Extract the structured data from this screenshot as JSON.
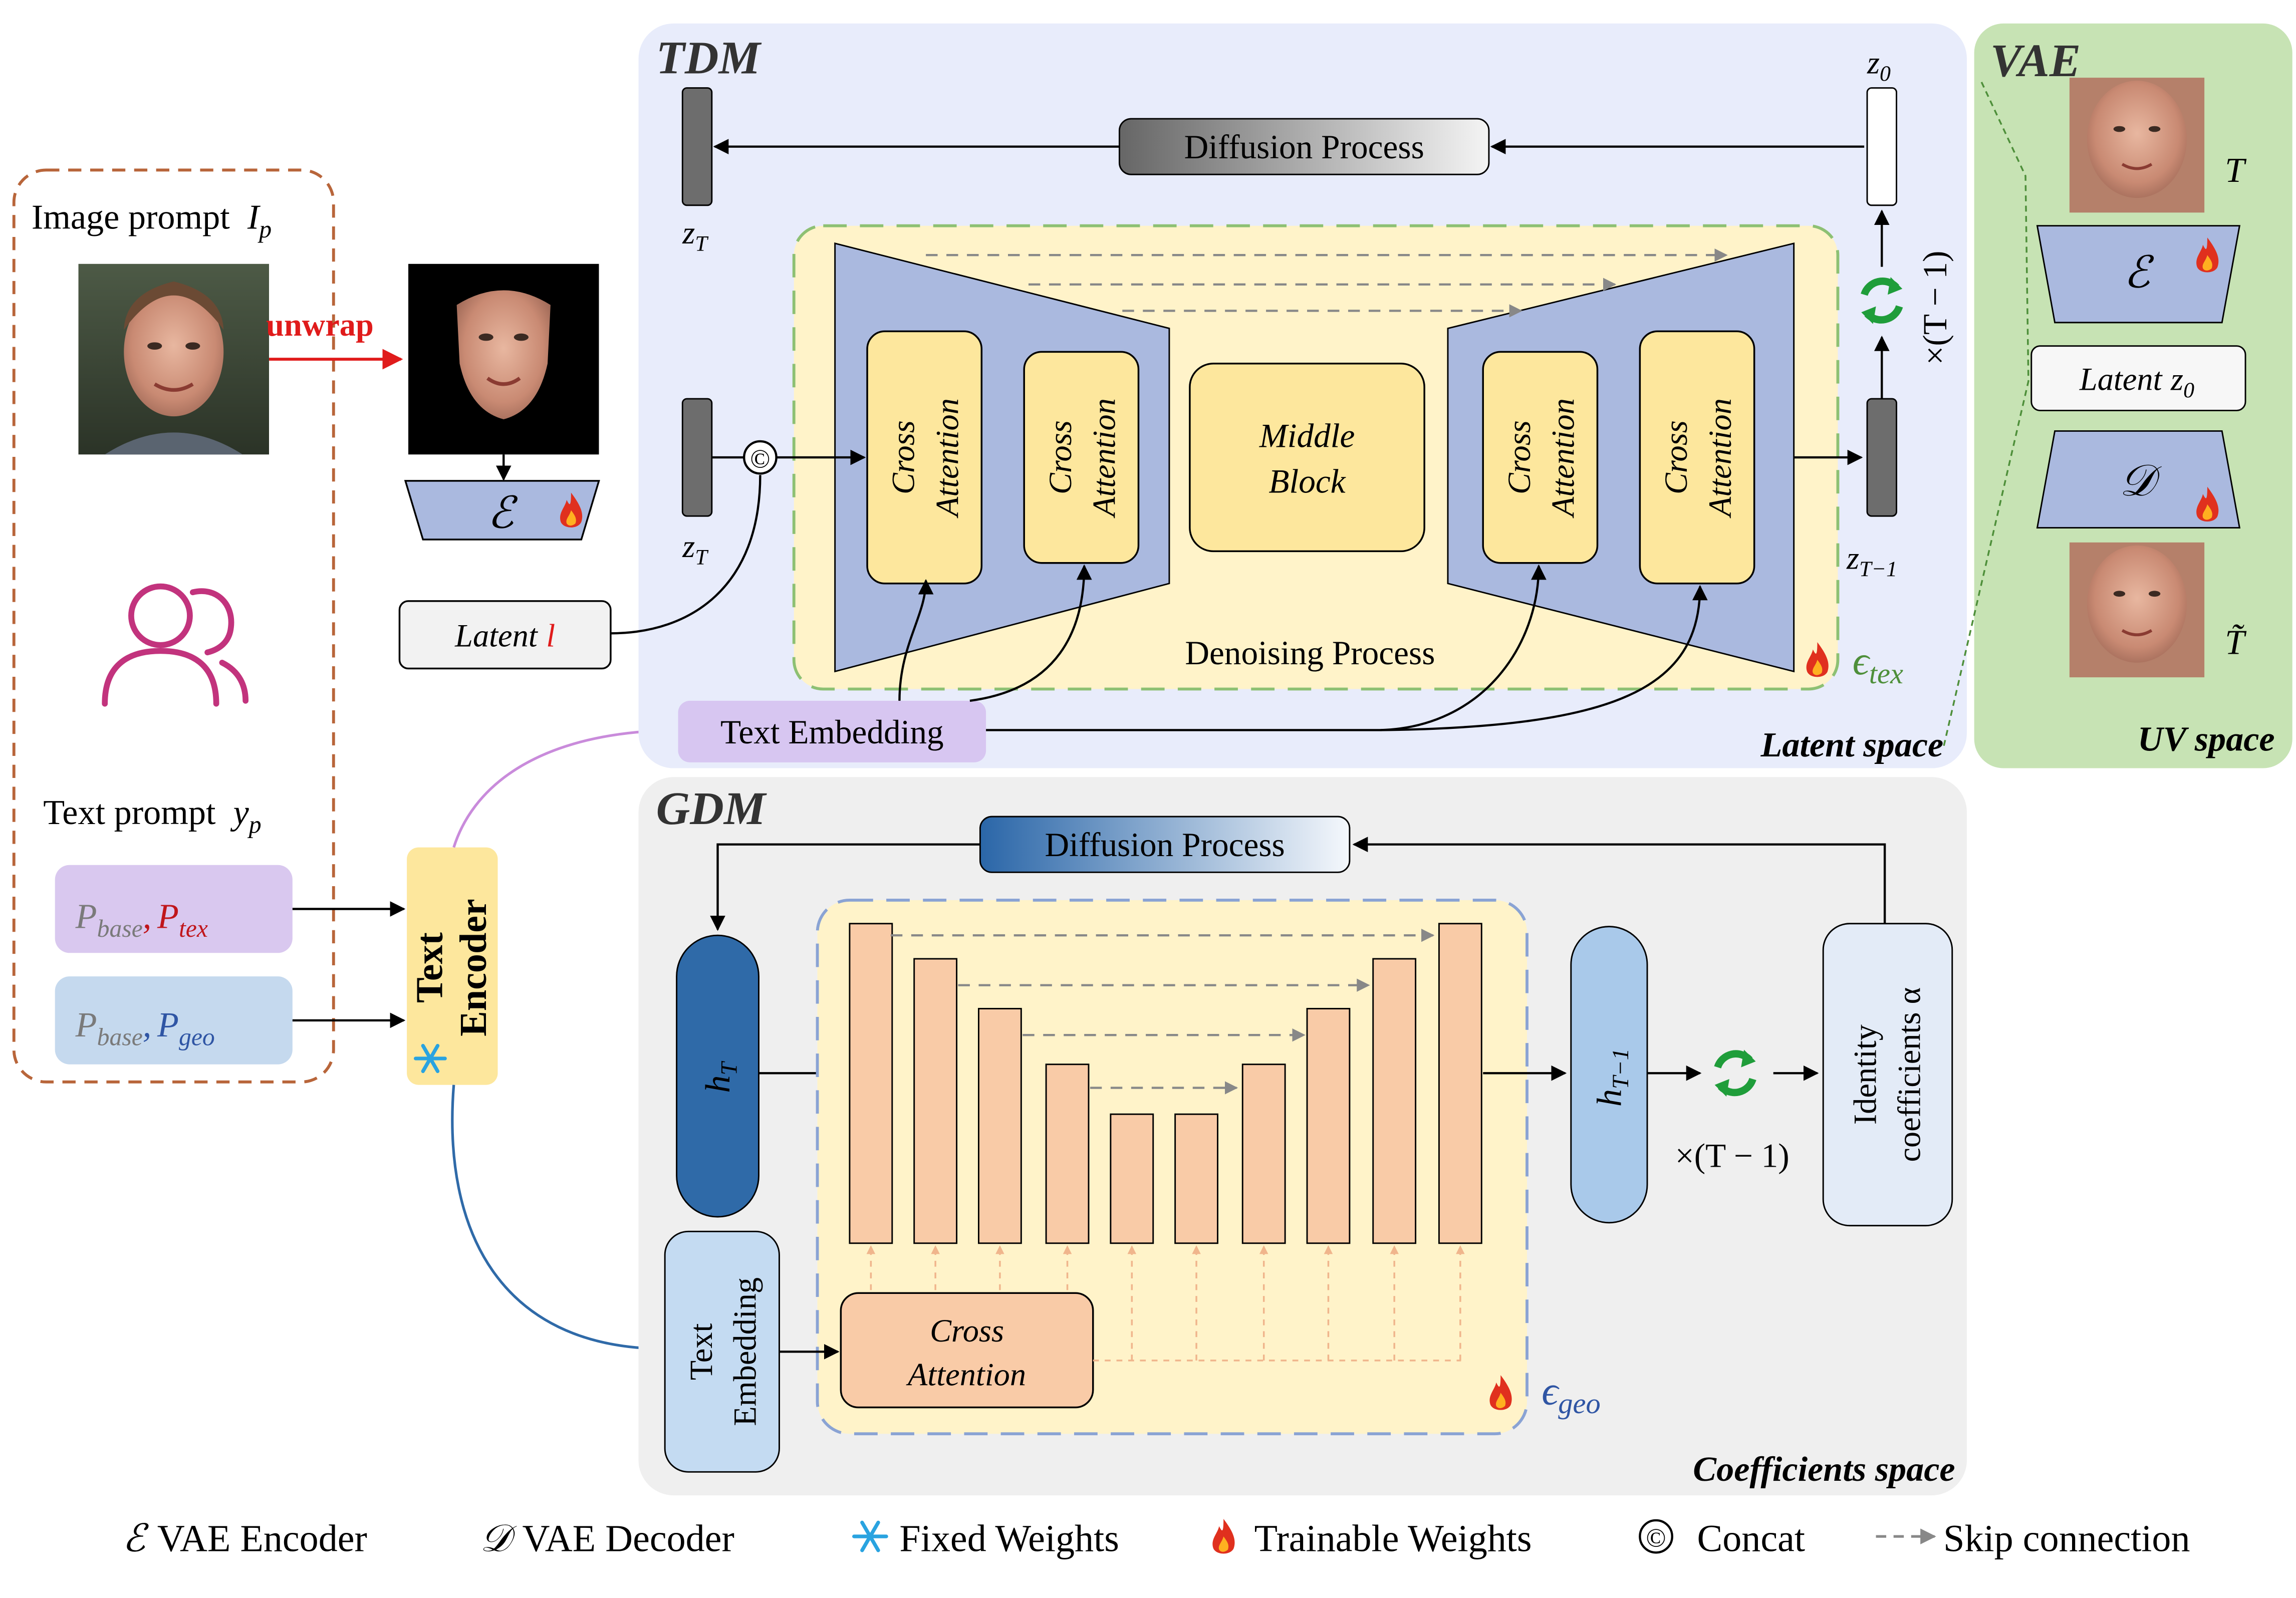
{
  "prompts": {
    "image_prompt": "Image prompt",
    "image_prompt_sym": "I",
    "image_prompt_sub": "p",
    "unwrap": "unwrap",
    "text_prompt": "Text prompt",
    "text_prompt_sym": "y",
    "text_prompt_sub": "p",
    "pbase_sym": "P",
    "pbase_sub": "base",
    "ptex_sym": "P",
    "ptex_sub": "tex",
    "pgeo_sym": "P",
    "pgeo_sub": "geo",
    "comma": ","
  },
  "encoder": {
    "enc_sym": "ℰ",
    "latent_word": "Latent",
    "latent_var": "l",
    "text_encoder_line1": "Text",
    "text_encoder_line2": "Encoder"
  },
  "tdm": {
    "title": "TDM",
    "diffusion_process": "Diffusion Process",
    "zT_sym": "z",
    "zT_sub": "T",
    "z0_sym": "z",
    "z0_sub": "0",
    "zT1_sub": "T−1",
    "concat_symbol": "©",
    "cross": "Cross",
    "attention": "Attention",
    "middle": "Middle",
    "block": "Block",
    "denoising_process": "Denoising Process",
    "text_embedding": "Text Embedding",
    "repeat": "×(T − 1)",
    "eps_sym": "ϵ",
    "eps_sub": "tex",
    "space_label": "Latent space"
  },
  "vae": {
    "title": "VAE",
    "T_label": "T",
    "T_tilde_label": "T̃",
    "enc_sym": "ℰ",
    "dec_sym": "𝒟",
    "latent_word": "Latent",
    "latent_sym": "z",
    "latent_sub": "0",
    "space_label": "UV space"
  },
  "gdm": {
    "title": "GDM",
    "diffusion_process": "Diffusion Process",
    "hT_sym": "h",
    "hT_sub": "T",
    "hT1_sub": "T−1",
    "cross_attention_1": "Cross",
    "cross_attention_2": "Attention",
    "text_embedding_1": "Text",
    "text_embedding_2": "Embedding",
    "repeat": "×(T − 1)",
    "identity_1": "Identity",
    "identity_2": "coefficients α",
    "eps_sym": "ϵ",
    "eps_sub": "geo",
    "space_label": "Coefficients space"
  },
  "legend": {
    "vae_encoder_sym": "ℰ",
    "vae_encoder": "VAE Encoder",
    "vae_decoder_sym": "𝒟",
    "vae_decoder": "VAE Decoder",
    "fixed_weights": "Fixed Weights",
    "trainable_weights": "Trainable Weights",
    "concat_sym": "©",
    "concat": "Concat",
    "skip_connection": "Skip connection"
  },
  "colors": {
    "tdm_bg": "#e8ecfb",
    "vae_bg": "#c7e3b4",
    "gdm_bg": "#efefef",
    "prompt_border": "#b8653a",
    "users_icon": "#c2337d",
    "unet_blue": "#aab9df",
    "attention_yellow": "#fde79d",
    "denoise_bg": "#fff3c9",
    "text_embed_purple": "#d7c6f1",
    "encoder_yellow": "#fde79d",
    "gdm_block": "#f9cba7",
    "gdm_blue_dark": "#2f6aa8",
    "gdm_blue_light": "#a9c9ea",
    "recycle_green": "#1f9d3a",
    "flame_red": "#e0301e",
    "unwrap_red": "#e01b1b",
    "tex_red": "#c0161b",
    "geo_blue": "#2f55a4",
    "ptex_purple": "#d9c8ef",
    "pgeo_blue": "#c5d9ee"
  }
}
